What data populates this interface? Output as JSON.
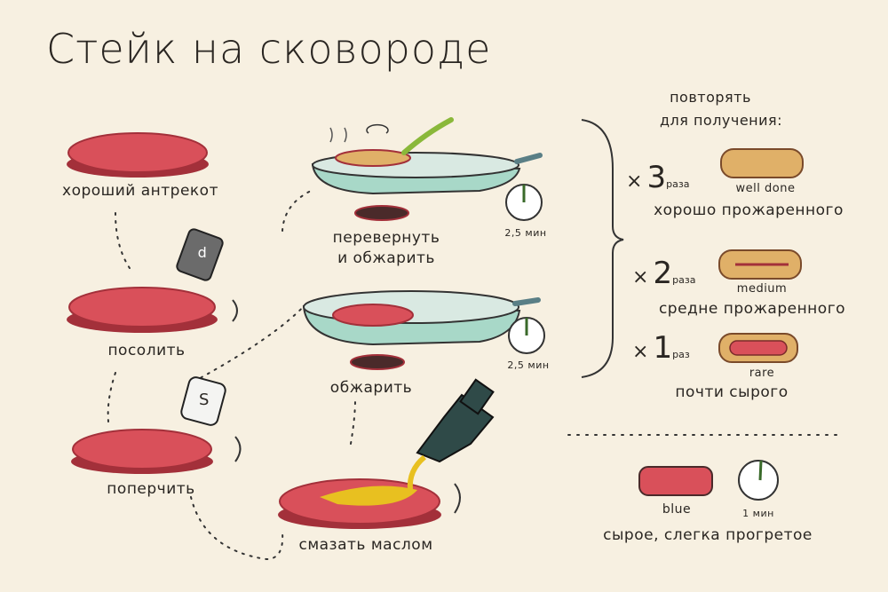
{
  "title": "Стейк на сковороде",
  "steps": {
    "steak_label": "хороший антрекот",
    "salt": "посолить",
    "pepper": "поперчить",
    "oil": "смазать маслом",
    "fry": "обжарить",
    "flip_line1": "перевернуть",
    "flip_line2": "и обжарить",
    "shaker_pepper_letter": "d",
    "shaker_salt_letter": "S"
  },
  "timers": {
    "flip_time": "2,5 мин",
    "fry_time": "2,5 мин",
    "blue_time": "1 мин"
  },
  "doneness": {
    "header_line1": "повторять",
    "header_line2": "для получения:",
    "levels": [
      {
        "times_sign": "×",
        "count": "3",
        "unit": "раза",
        "en": "well done",
        "ru": "хорошо прожаренного"
      },
      {
        "times_sign": "×",
        "count": "2",
        "unit": "раза",
        "en": "medium",
        "ru": "средне прожаренного"
      },
      {
        "times_sign": "×",
        "count": "1",
        "unit": "раз",
        "en": "rare",
        "ru": "почти сырого"
      }
    ],
    "blue": {
      "en": "blue",
      "ru": "сырое, слегка прогретое"
    }
  },
  "colors": {
    "background": "#f7f0e1",
    "steak": "#d9505a",
    "steak_edge": "#a3303a",
    "pan": "#a8d8c8",
    "handle": "#5a7f86",
    "cooked": "#e0b068",
    "oil": "#e8c020",
    "bottle": "#2f4a48"
  }
}
